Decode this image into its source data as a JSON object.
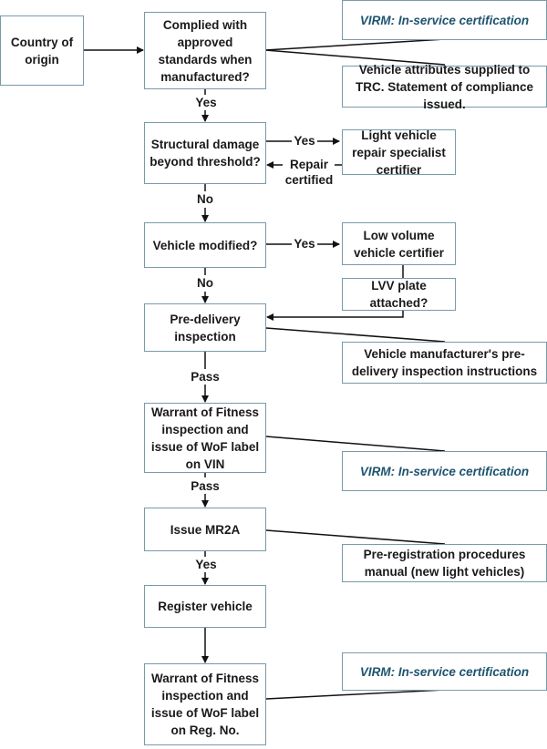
{
  "nodes": {
    "country_of_origin": "Country of origin",
    "complied": "Complied with approved standards when manufactured?",
    "virm_1": "VIRM: In-service certification",
    "vehicle_attributes": "Vehicle attributes supplied to TRC. Statement of compliance issued.",
    "structural_damage": "Structural damage beyond threshold?",
    "repair_certifier": "Light vehicle repair specialist certifier",
    "vehicle_modified": "Vehicle modified?",
    "lvv_certifier": "Low volume vehicle certifier",
    "lvv_plate": "LVV plate attached?",
    "pre_delivery": "Pre-delivery inspection",
    "manufacturer_instructions": "Vehicle manufacturer's pre-delivery inspection instructions",
    "wof_vin": "Warrant of Fitness inspection and issue of WoF label on VIN",
    "virm_2": "VIRM: In-service certification",
    "issue_mr2a": "Issue MR2A",
    "pre_registration_manual": "Pre-registration procedures manual (new light vehicles)",
    "register_vehicle": "Register vehicle",
    "wof_reg": "Warrant of Fitness inspection and issue of WoF label on Reg. No.",
    "virm_3": "VIRM: In-service certification"
  },
  "edge_labels": {
    "complied_yes": "Yes",
    "damage_yes": "Yes",
    "repair_certified": "Repair certified",
    "damage_no": "No",
    "modified_yes": "Yes",
    "modified_no": "No",
    "predelivery_pass": "Pass",
    "wof_pass": "Pass",
    "mr2a_yes": "Yes"
  },
  "colors": {
    "box_border": "#7a9aaa",
    "reference_text": "#1e5470",
    "line": "#111111"
  }
}
